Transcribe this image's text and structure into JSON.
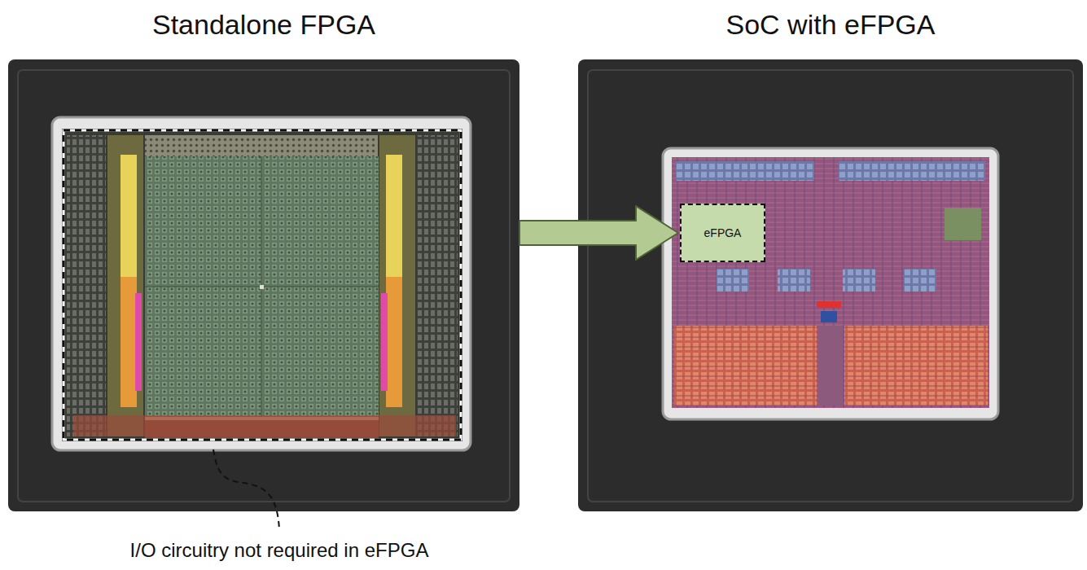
{
  "diagram": {
    "nodes": [
      {
        "text": [
          "Standalone FPGA"
        ]
      },
      {
        "text": [
          "SoC with eFPGA"
        ]
      },
      {
        "text": [
          "eFPGA"
        ],
        "in": 1
      }
    ],
    "edges": [
      {
        "from": 0,
        "to": 2,
        "arrow": "to"
      }
    ],
    "labels": [
      "I/O circuitry not required in eFPGA"
    ]
  }
}
